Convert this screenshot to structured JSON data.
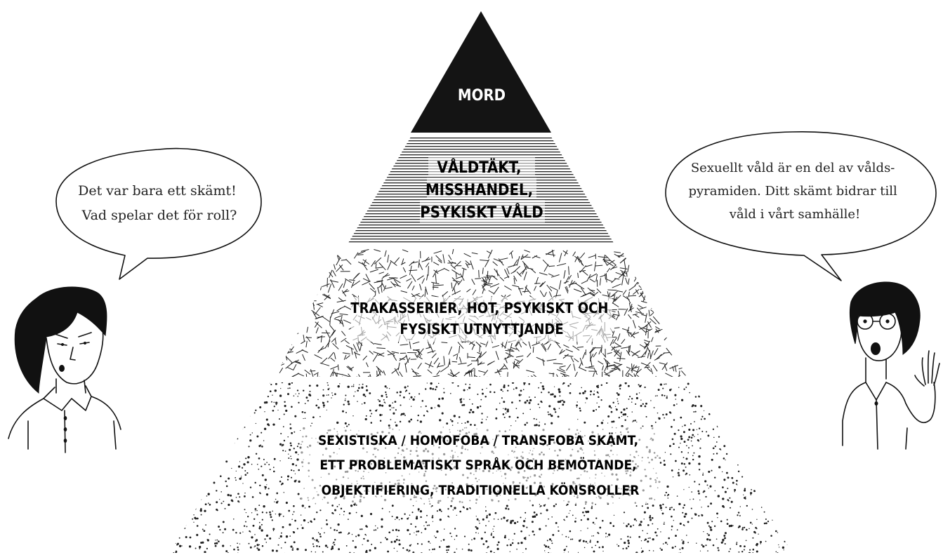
{
  "pyramid": {
    "tiers": [
      {
        "id": "top",
        "lines": [
          "MORD"
        ]
      },
      {
        "id": "second",
        "lines": [
          "VÅLDTÄKT,",
          "MISSHANDEL,",
          "PSYKISKT VÅLD"
        ]
      },
      {
        "id": "third",
        "lines": [
          "TRAKASSERIER, HOT, PSYKISKT OCH",
          "FYSISKT UTNYTTJANDE"
        ]
      },
      {
        "id": "base",
        "lines": [
          "SEXISTISKA / HOMOFOBA / TRANSFOBA SKÄMT,",
          "ETT PROBLEMATISKT SPRÅK OCH BEMÖTANDE,",
          "OBJEKTIFIERING, TRADITIONELLA KÖNSROLLER"
        ]
      }
    ]
  },
  "speech": {
    "left": [
      "Det var bara ett skämt!",
      "Vad spelar det för roll?"
    ],
    "right": [
      "Sexuellt våld är en del av vålds-",
      "pyramiden. Ditt skämt bidrar till",
      "våld i vårt samhälle!"
    ]
  }
}
